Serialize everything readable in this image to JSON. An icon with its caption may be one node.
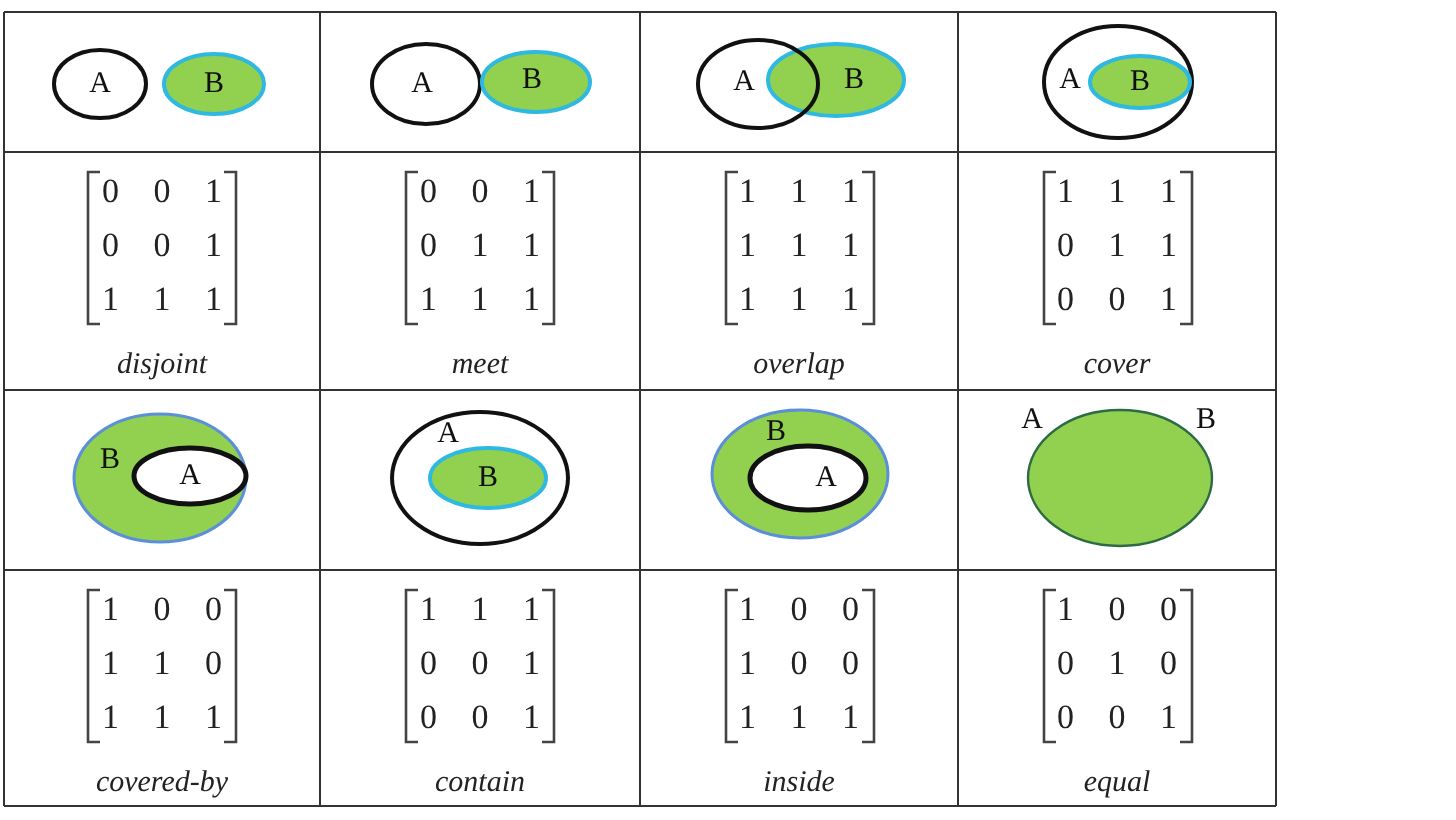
{
  "diagram": {
    "nodes": [
      {
        "text": [
          "A"
        ]
      },
      {
        "text": [
          "B"
        ]
      },
      {
        "text": [
          "A"
        ]
      },
      {
        "text": [
          "B"
        ]
      },
      {
        "text": [
          "A"
        ]
      },
      {
        "text": [
          "B"
        ]
      },
      {
        "text": [
          "A"
        ]
      },
      {
        "text": [
          "B"
        ],
        "in": 6
      },
      {
        "text": [
          "B"
        ]
      },
      {
        "text": [
          "A"
        ],
        "in": 8
      },
      {
        "text": [
          "A"
        ]
      },
      {
        "text": [
          "B"
        ],
        "in": 10
      },
      {
        "text": [
          "B"
        ]
      },
      {
        "text": [
          "A"
        ],
        "in": 12
      },
      {
        "text": [
          "A",
          "B"
        ]
      }
    ],
    "edges": [],
    "labels": [
      "0 0 1",
      "0 0 1",
      "1 1 1",
      "disjoint",
      "0 0 1",
      "0 1 1",
      "1 1 1",
      "meet",
      "1 1 1",
      "1 1 1",
      "1 1 1",
      "overlap",
      "1 1 1",
      "0 1 1",
      "0 0 1",
      "cover",
      "1 0 0",
      "1 1 0",
      "1 1 1",
      "covered-by",
      "1 1 1",
      "0 0 1",
      "0 0 1",
      "contain",
      "1 0 0",
      "1 0 0",
      "1 1 1",
      "inside",
      "1 0 0",
      "0 1 0",
      "0 0 1",
      "equal"
    ]
  }
}
